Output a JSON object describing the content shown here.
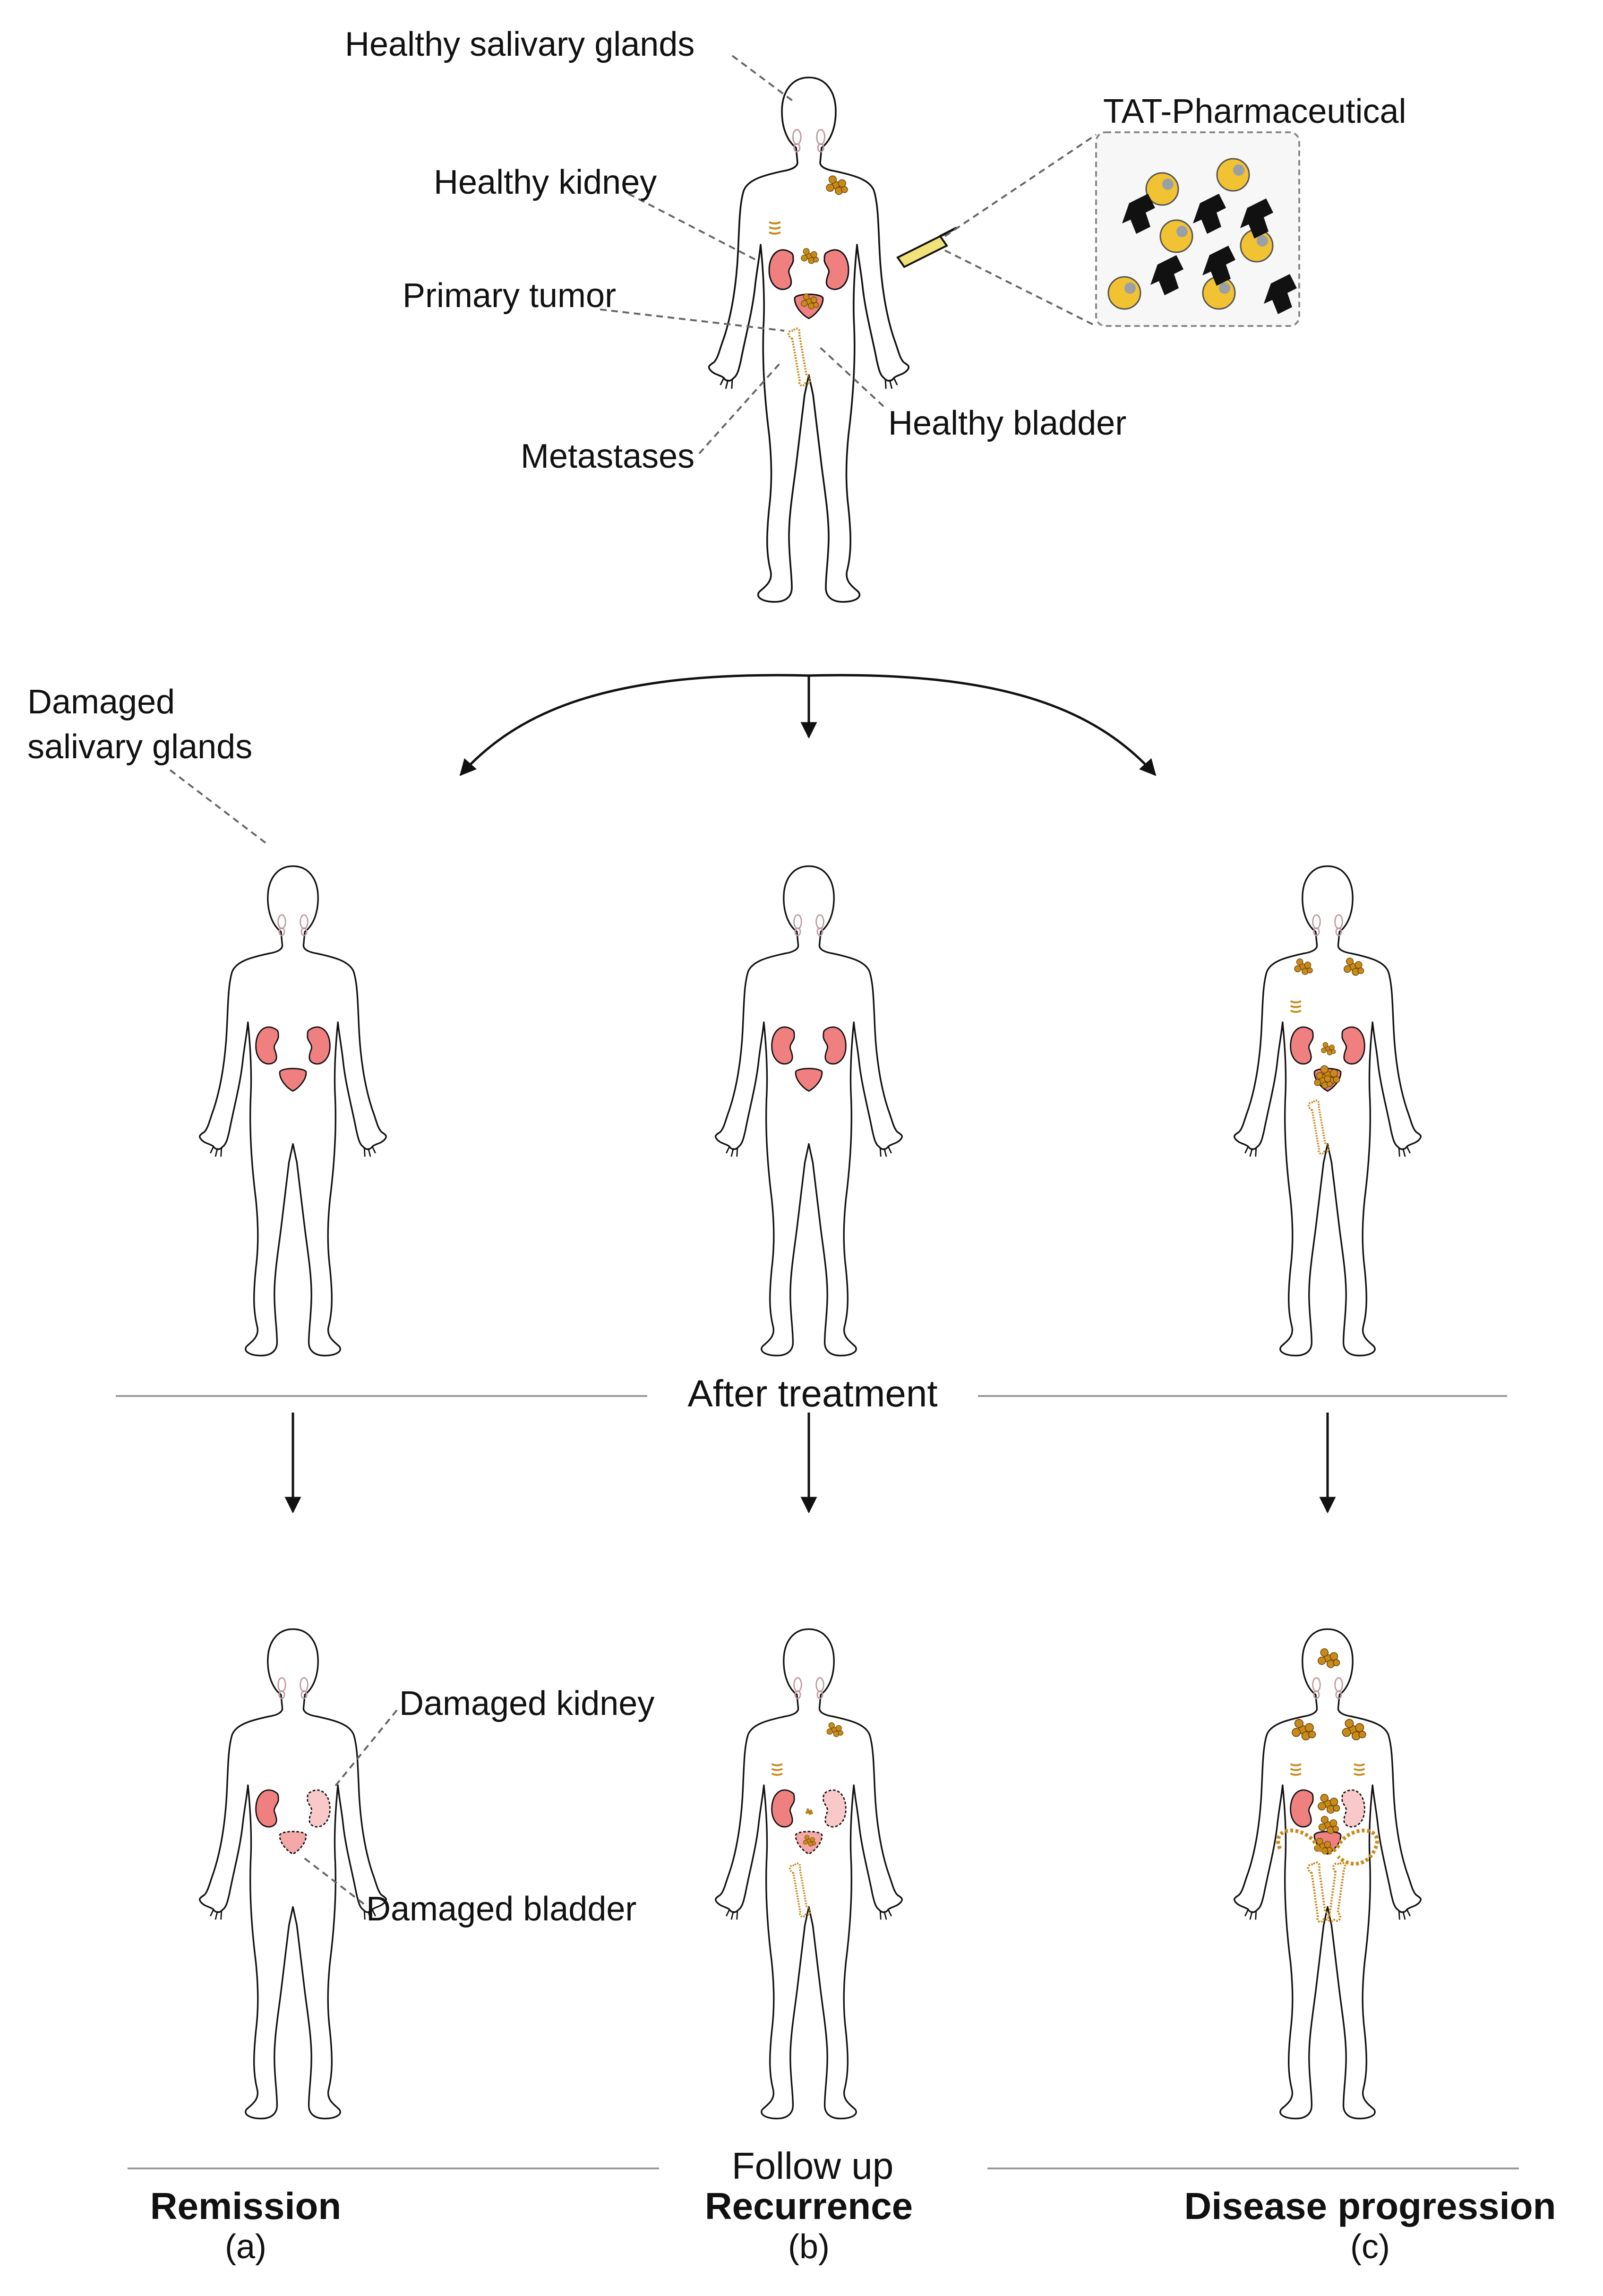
{
  "labels": {
    "healthy_salivary_glands": "Healthy salivary glands",
    "healthy_kidney": "Healthy kidney",
    "primary_tumor": "Primary tumor",
    "metastases": "Metastases",
    "healthy_bladder": "Healthy bladder",
    "tat_pharmaceutical": "TAT-Pharmaceutical",
    "damaged_salivary_glands_line1": "Damaged",
    "damaged_salivary_glands_line2": "salivary glands",
    "after_treatment": "After treatment",
    "damaged_kidney": "Damaged kidney",
    "damaged_bladder": "Damaged bladder",
    "follow_up": "Follow up"
  },
  "outcomes": [
    {
      "title": "Remission",
      "letter": "(a)"
    },
    {
      "title": "Recurrence",
      "letter": "(b)"
    },
    {
      "title": "Disease progression",
      "letter": "(c)"
    }
  ],
  "colors": {
    "organ": "#f08080",
    "organ_damaged": "#f9c8c8",
    "tumor": "#c98a1a",
    "tumor_light": "#e9b34a",
    "gland": "#c09aa0",
    "line": "#111111",
    "rule": "#999999",
    "molecule_gold": "#f1c232",
    "molecule_grey": "#9aa0a6"
  }
}
